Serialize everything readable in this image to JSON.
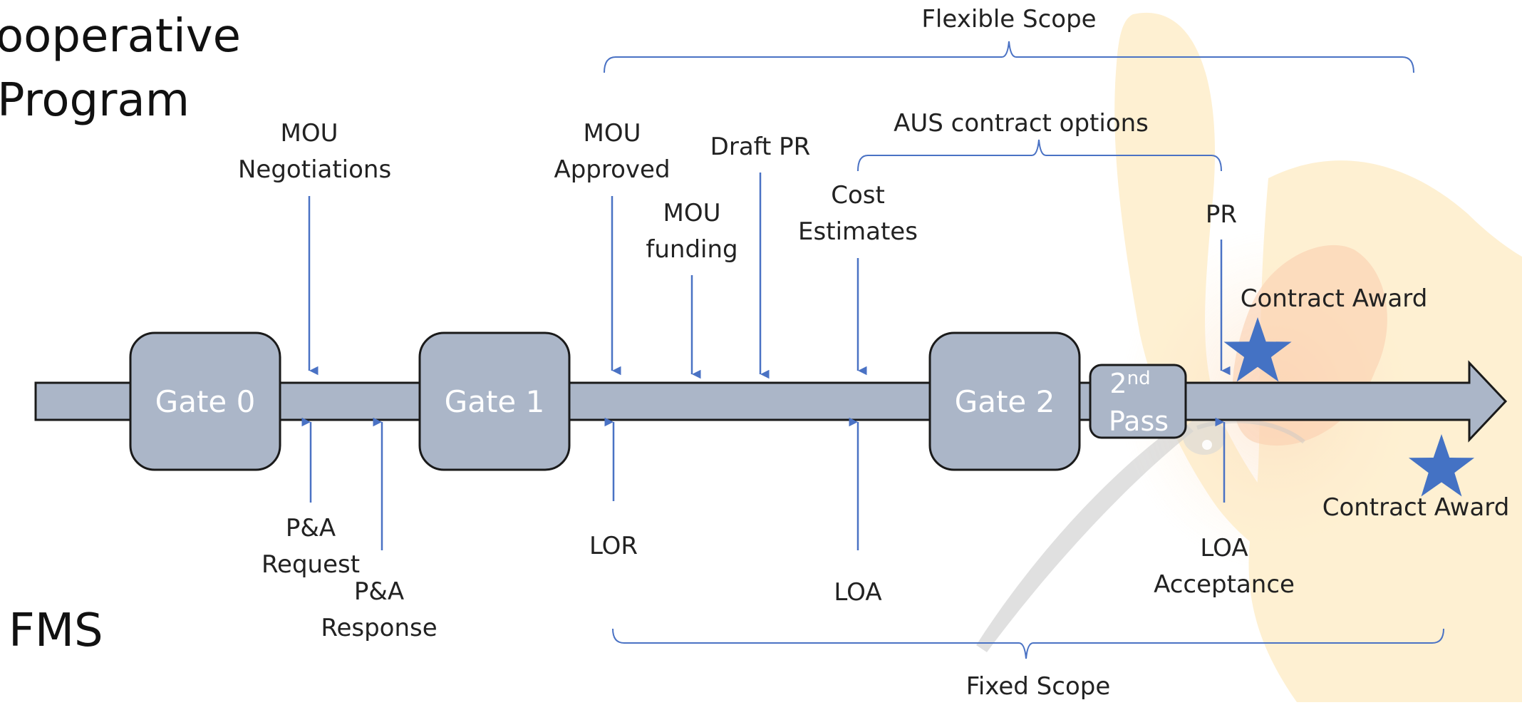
{
  "left_titles": {
    "line1": "ooperative",
    "line2": "Program",
    "fms": "FMS"
  },
  "timeline": {
    "gates": [
      {
        "label": "Gate 0"
      },
      {
        "label": "Gate 1"
      },
      {
        "label": "Gate 2"
      }
    ],
    "second_pass": {
      "sup": "nd",
      "base": "2",
      "line2": "Pass"
    }
  },
  "top_labels": {
    "mou_negotiations": [
      "MOU",
      "Negotiations"
    ],
    "mou_approved": [
      "MOU",
      "Approved"
    ],
    "mou_funding": [
      "MOU",
      "funding"
    ],
    "draft_pr": "Draft PR",
    "cost_estimates": [
      "Cost",
      "Estimates"
    ],
    "pr": "PR",
    "contract_award_top": "Contract Award"
  },
  "bottom_labels": {
    "pa_request": [
      "P&A",
      "Request"
    ],
    "pa_response": [
      "P&A",
      "Response"
    ],
    "lor": "LOR",
    "loa": "LOA",
    "loa_acceptance": [
      "LOA",
      "Acceptance"
    ],
    "contract_award_bottom": "Contract Award"
  },
  "brackets": {
    "flexible_scope": "Flexible Scope",
    "aus_contract_options": "AUS contract options",
    "fixed_scope": "Fixed Scope"
  },
  "colors": {
    "bar": "#abb6c8",
    "outline": "#1a1a1a",
    "arrow": "#4a72c4",
    "star": "#4472c4",
    "bg_bird": "#fbd79a"
  }
}
